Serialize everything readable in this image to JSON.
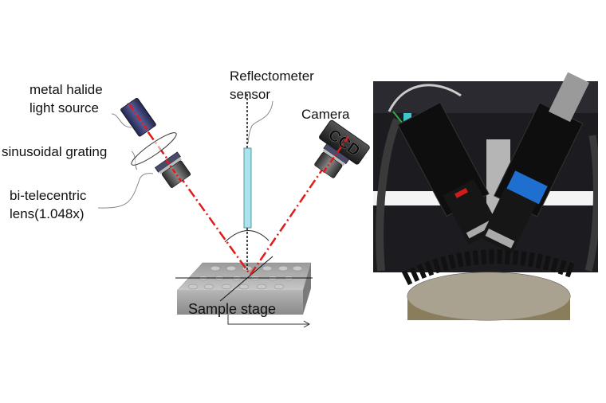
{
  "figure": {
    "left_panel": {
      "labels": {
        "light_source_line1": "metal halide",
        "light_source_line2": "light source",
        "grating": "sinusoidal grating",
        "lens_line1": "bi-telecentric",
        "lens_line2": "lens(1.048x)",
        "reflectometer_line1": "Reflectometer",
        "reflectometer_line2": "sensor",
        "camera": "Camera",
        "camera_body_text": "CCD",
        "stage": "Sample stage"
      },
      "colors": {
        "beam": "#e21a1a",
        "light_source_body": "#3a3f7a",
        "sensor_rod": "#a8e4ee",
        "lens_body": "#555555",
        "stage": "#a8a8a8"
      }
    },
    "right_panel": {
      "description": "photograph of measurement apparatus"
    }
  }
}
